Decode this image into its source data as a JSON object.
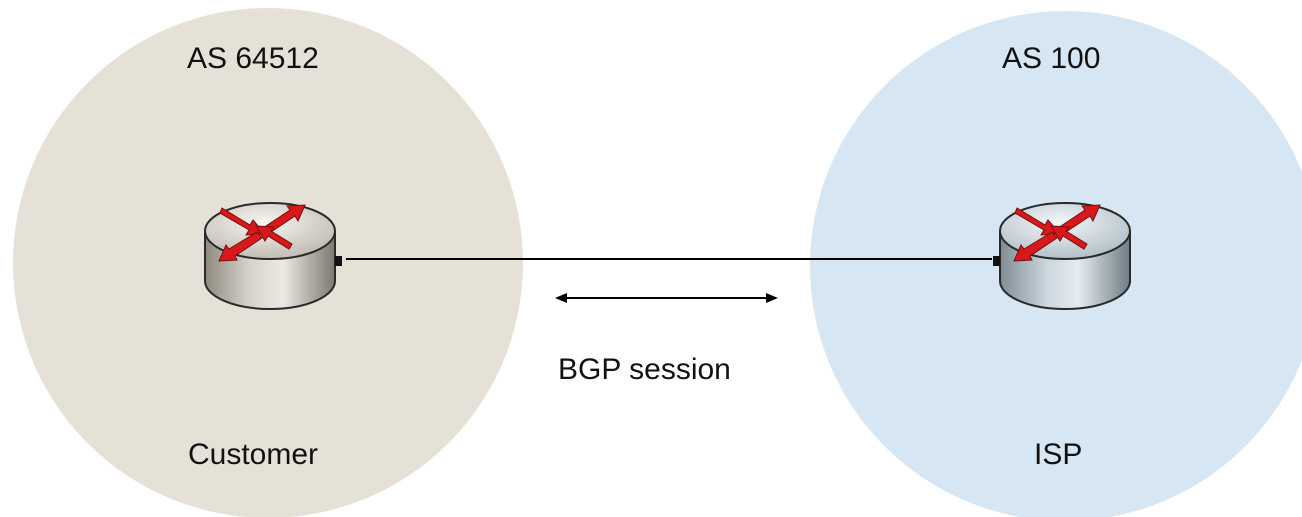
{
  "autonomous_systems": [
    {
      "as_label": "AS 64512",
      "role_label": "Customer",
      "fill_color": "#e6e1d6",
      "router_tone": "beige"
    },
    {
      "as_label": "AS 100",
      "role_label": "ISP",
      "fill_color": "#d6e6f3",
      "router_tone": "blue-grey"
    }
  ],
  "link": {
    "label": "BGP session",
    "arrow": "double-headed"
  },
  "colors": {
    "arrow_red": "#d7191c",
    "line": "#000000"
  },
  "icons": [
    "router-icon",
    "router-icon",
    "double-arrow-icon"
  ]
}
